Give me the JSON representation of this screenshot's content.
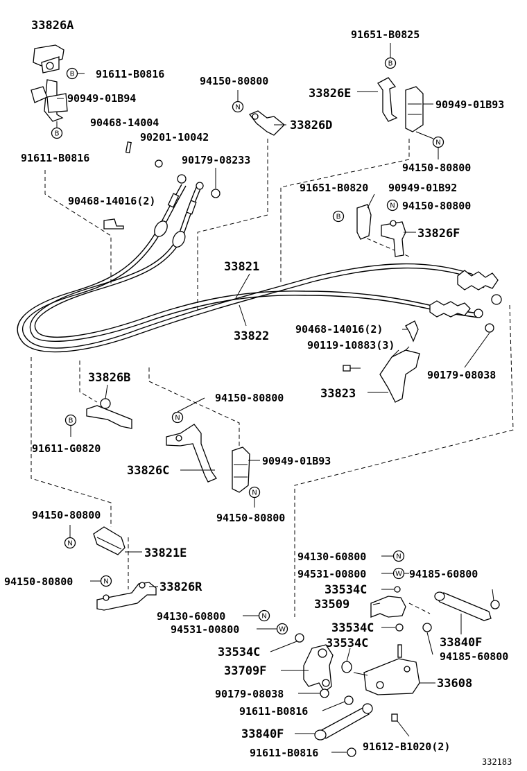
{
  "labels": {
    "p33826A": "33826A",
    "p91611_B0816_a": "91611-B0816",
    "p90949_01B94": "90949-01B94",
    "p91611_B0816_b": "91611-B0816",
    "p90468_14004": "90468-14004",
    "p90201_10042": "90201-10042",
    "p94150_80800_a": "94150-80800",
    "p33826D": "33826D",
    "p90179_08233": "90179-08233",
    "p90468_14016_2_a": "90468-14016(2)",
    "p91651_B0825": "91651-B0825",
    "p33826E": "33826E",
    "p90949_01B93_a": "90949-01B93",
    "p94150_80800_b": "94150-80800",
    "p91651_B0820": "91651-B0820",
    "p90949_01B92": "90949-01B92",
    "p94150_80800_c": "94150-80800",
    "p33826F": "33826F",
    "p33821": "33821",
    "p33822": "33822",
    "p90468_14016_2_b": "90468-14016(2)",
    "p90119_10883_3": "90119-10883(3)",
    "p90179_08038_a": "90179-08038",
    "p33823": "33823",
    "p33826B": "33826B",
    "p94150_80800_d": "94150-80800",
    "p91611_G0820": "91611-G0820",
    "p33826C": "33826C",
    "p90949_01B93_b": "90949-01B93",
    "p94150_80800_e": "94150-80800",
    "p94150_80800_f": "94150-80800",
    "p33821E": "33821E",
    "p94150_80800_g": "94150-80800",
    "p33826R": "33826R",
    "p94130_60800_a": "94130-60800",
    "p94531_00800_a": "94531-00800",
    "p94185_60800_a": "94185-60800",
    "p33534C_a": "33534C",
    "p33509": "33509",
    "p33534C_b": "33534C",
    "p94130_60800_b": "94130-60800",
    "p94531_00800_b": "94531-00800",
    "p33840F_a": "33840F",
    "p94185_60800_b": "94185-60800",
    "p33534C_c": "33534C",
    "p33534C_d": "33534C",
    "p33709F": "33709F",
    "p33608": "33608",
    "p90179_08038_b": "90179-08038",
    "p91611_B0816_c": "91611-B0816",
    "p33840F_b": "33840F",
    "p91612_B1020_2": "91612-B1020(2)",
    "p91611_B0816_d": "91611-B0816",
    "catalog_number": "332183"
  },
  "symbols": {
    "bolt": "B",
    "nut": "N",
    "washer": "W"
  }
}
